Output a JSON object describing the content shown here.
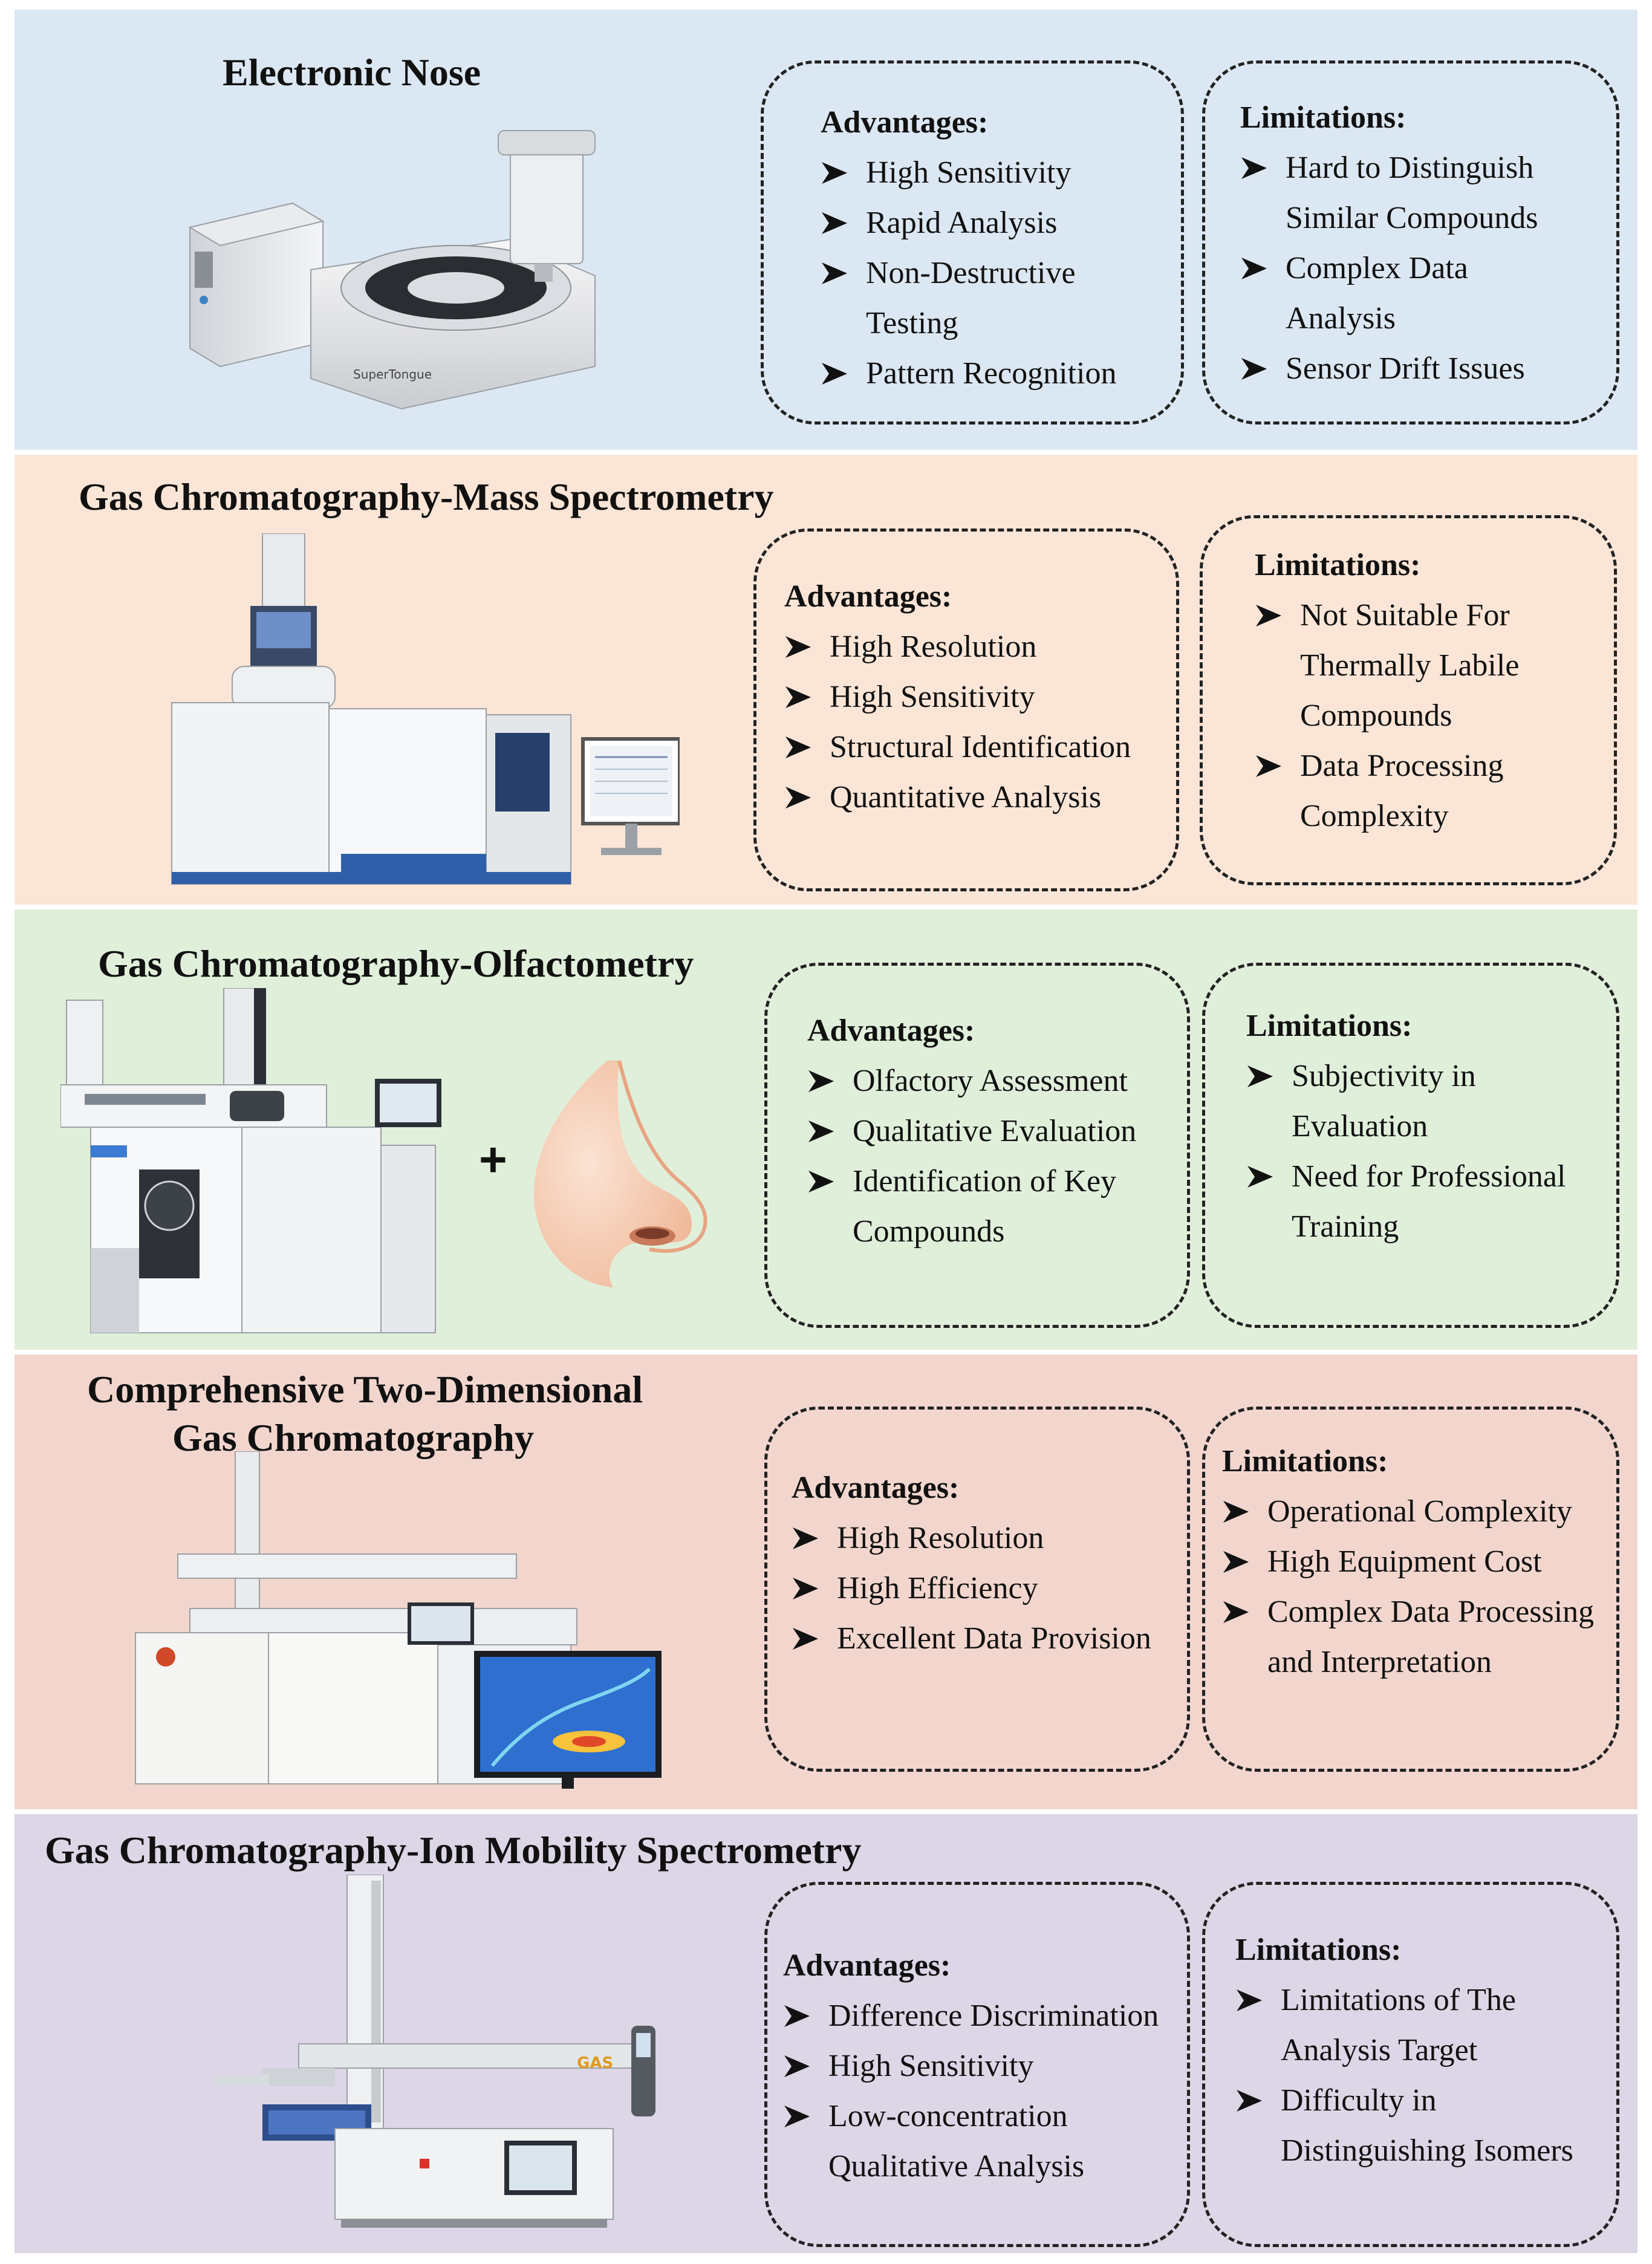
{
  "colors": {
    "band_blue": "#dbe7f2",
    "band_peach": "#fbe5d6",
    "band_green": "#e0efda",
    "band_rose": "#f2d6cd",
    "band_lavender": "#dcd6e6",
    "border": "#222222"
  },
  "sections": [
    {
      "title": "Electronic Nose",
      "illustration": "electronic-nose-instrument",
      "advantages": {
        "heading": "Advantages:",
        "items": [
          "High Sensitivity",
          "Rapid Analysis",
          "Non-Destructive",
          "Testing",
          "Pattern Recognition"
        ]
      },
      "limitations": {
        "heading": "Limitations:",
        "items": [
          "Hard to Distinguish",
          "Similar Compounds",
          "Complex Data",
          "Analysis",
          "Sensor Drift Issues"
        ]
      }
    },
    {
      "title": "Gas Chromatography-Mass Spectrometry",
      "illustration": "gc-ms-instrument",
      "advantages": {
        "heading": "Advantages:",
        "items": [
          "High Resolution",
          "High Sensitivity",
          "Structural Identification",
          "Quantitative Analysis"
        ]
      },
      "limitations": {
        "heading": "Limitations:",
        "items": [
          "Not Suitable For",
          "Thermally Labile",
          "Compounds",
          "Data Processing",
          "Complexity"
        ]
      }
    },
    {
      "title": "Gas Chromatography-Olfactometry",
      "illustration": "gc-olfactometry-instrument",
      "plus": "+",
      "advantages": {
        "heading": "Advantages:",
        "items": [
          "Olfactory Assessment",
          "Qualitative Evaluation",
          "Identification of Key",
          "Compounds"
        ]
      },
      "limitations": {
        "heading": "Limitations:",
        "items": [
          "Subjectivity in",
          "Evaluation",
          "Need for Professional",
          "Training"
        ]
      }
    },
    {
      "title_line1": "Comprehensive Two-Dimensional",
      "title_line2": "Gas Chromatography",
      "illustration": "gcxgc-instrument",
      "advantages": {
        "heading": "Advantages:",
        "items": [
          "High Resolution",
          "High Efficiency",
          "Excellent Data Provision"
        ]
      },
      "limitations": {
        "heading": "Limitations:",
        "items": [
          "Operational Complexity",
          "High Equipment Cost",
          "Complex Data Processing",
          "and Interpretation"
        ]
      }
    },
    {
      "title": "Gas Chromatography-Ion Mobility Spectrometry",
      "illustration": "gc-ims-instrument",
      "advantages": {
        "heading": "Advantages:",
        "items": [
          "Difference Discrimination",
          "High Sensitivity",
          "Low-concentration",
          "Qualitative Analysis"
        ]
      },
      "limitations": {
        "heading": "Limitations:",
        "items": [
          "Limitations of The",
          "Analysis Target",
          "Difficulty in",
          "Distinguishing Isomers"
        ]
      }
    }
  ]
}
